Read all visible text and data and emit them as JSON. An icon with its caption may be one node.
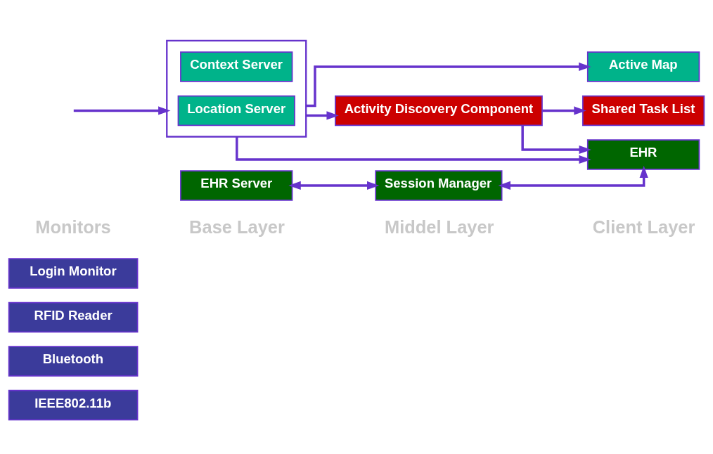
{
  "diagram": {
    "nodes": [
      {
        "text": [
          "Login Monitor"
        ]
      },
      {
        "text": [
          "RFID Reader"
        ]
      },
      {
        "text": [
          "Bluetooth"
        ]
      },
      {
        "text": [
          "IEEE802.11b"
        ]
      },
      {
        "text": [],
        "shape": "box"
      },
      {
        "text": [
          "Context Server"
        ],
        "in": 4
      },
      {
        "text": [
          "Location Server"
        ],
        "in": 4
      },
      {
        "text": [
          "Active Map"
        ]
      },
      {
        "text": [
          "Activity Discovery Component"
        ]
      },
      {
        "text": [
          "Shared Task List"
        ]
      },
      {
        "text": [
          "EHR Server"
        ]
      },
      {
        "text": [
          "Session Manager"
        ]
      },
      {
        "text": [
          "EHR"
        ]
      }
    ],
    "edges": [
      {
        "from": null,
        "to": 4,
        "arrow": "to"
      },
      {
        "from": 4,
        "to": 7,
        "arrow": "to"
      },
      {
        "from": 4,
        "to": 8,
        "arrow": "to"
      },
      {
        "from": 8,
        "to": 9,
        "arrow": "to"
      },
      {
        "from": 4,
        "to": 12,
        "arrow": "to"
      },
      {
        "from": 8,
        "to": 12,
        "arrow": "to"
      },
      {
        "from": 10,
        "to": 11,
        "arrow": "both"
      },
      {
        "from": 11,
        "to": 12,
        "arrow": "both"
      }
    ],
    "labels": [
      "Monitors",
      "Base Layer",
      "Middel Layer",
      "Client Layer"
    ]
  }
}
